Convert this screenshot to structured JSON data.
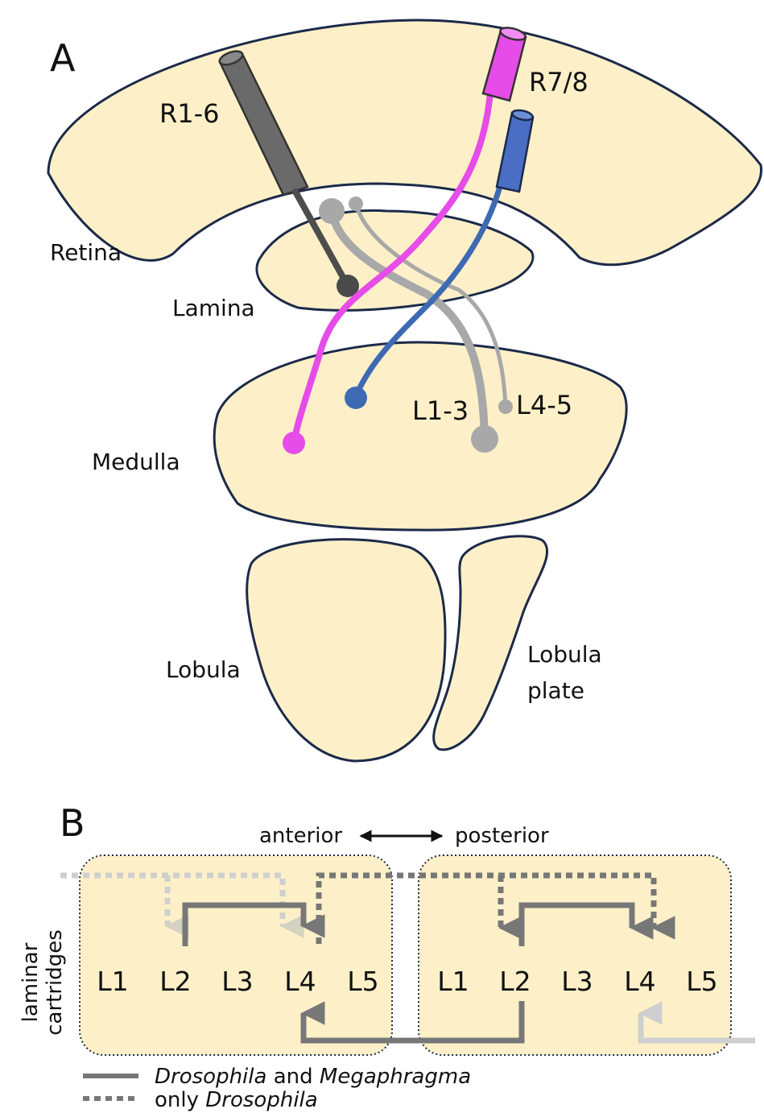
{
  "panel_a": {
    "letter": "A",
    "labels": {
      "r16": "R1-6",
      "r78": "R7/8",
      "retina": "Retina",
      "lamina": "Lamina",
      "medulla": "Medulla",
      "l13": "L1-3",
      "l45": "L4-5",
      "lobula": "Lobula",
      "lobula_plate_1": "Lobula",
      "lobula_plate_2": "plate"
    }
  },
  "panel_b": {
    "letter": "B",
    "anterior": "anterior",
    "posterior": "posterior",
    "ylabel_1": "laminar",
    "ylabel_2": "cartridges",
    "cartridge_left": [
      "L1",
      "L2",
      "L3",
      "L4",
      "L5"
    ],
    "cartridge_right": [
      "L1",
      "L2",
      "L3",
      "L4",
      "L5"
    ]
  },
  "legend": {
    "solid_italic_1": "Drosophila",
    "solid_mid": " and ",
    "solid_italic_2": "Megaphragma",
    "dotted_prefix": "only ",
    "dotted_italic": "Drosophila"
  },
  "colors": {
    "tissue": "#fdf0c8",
    "outline": "#1c2a4a",
    "r16": "#5e5e5e",
    "r78": "#e64ce8",
    "blue": "#3e6ab4",
    "grey": "#a8a8a8",
    "arrow": "#777777",
    "arrow_faint": "#c8c8c8"
  }
}
